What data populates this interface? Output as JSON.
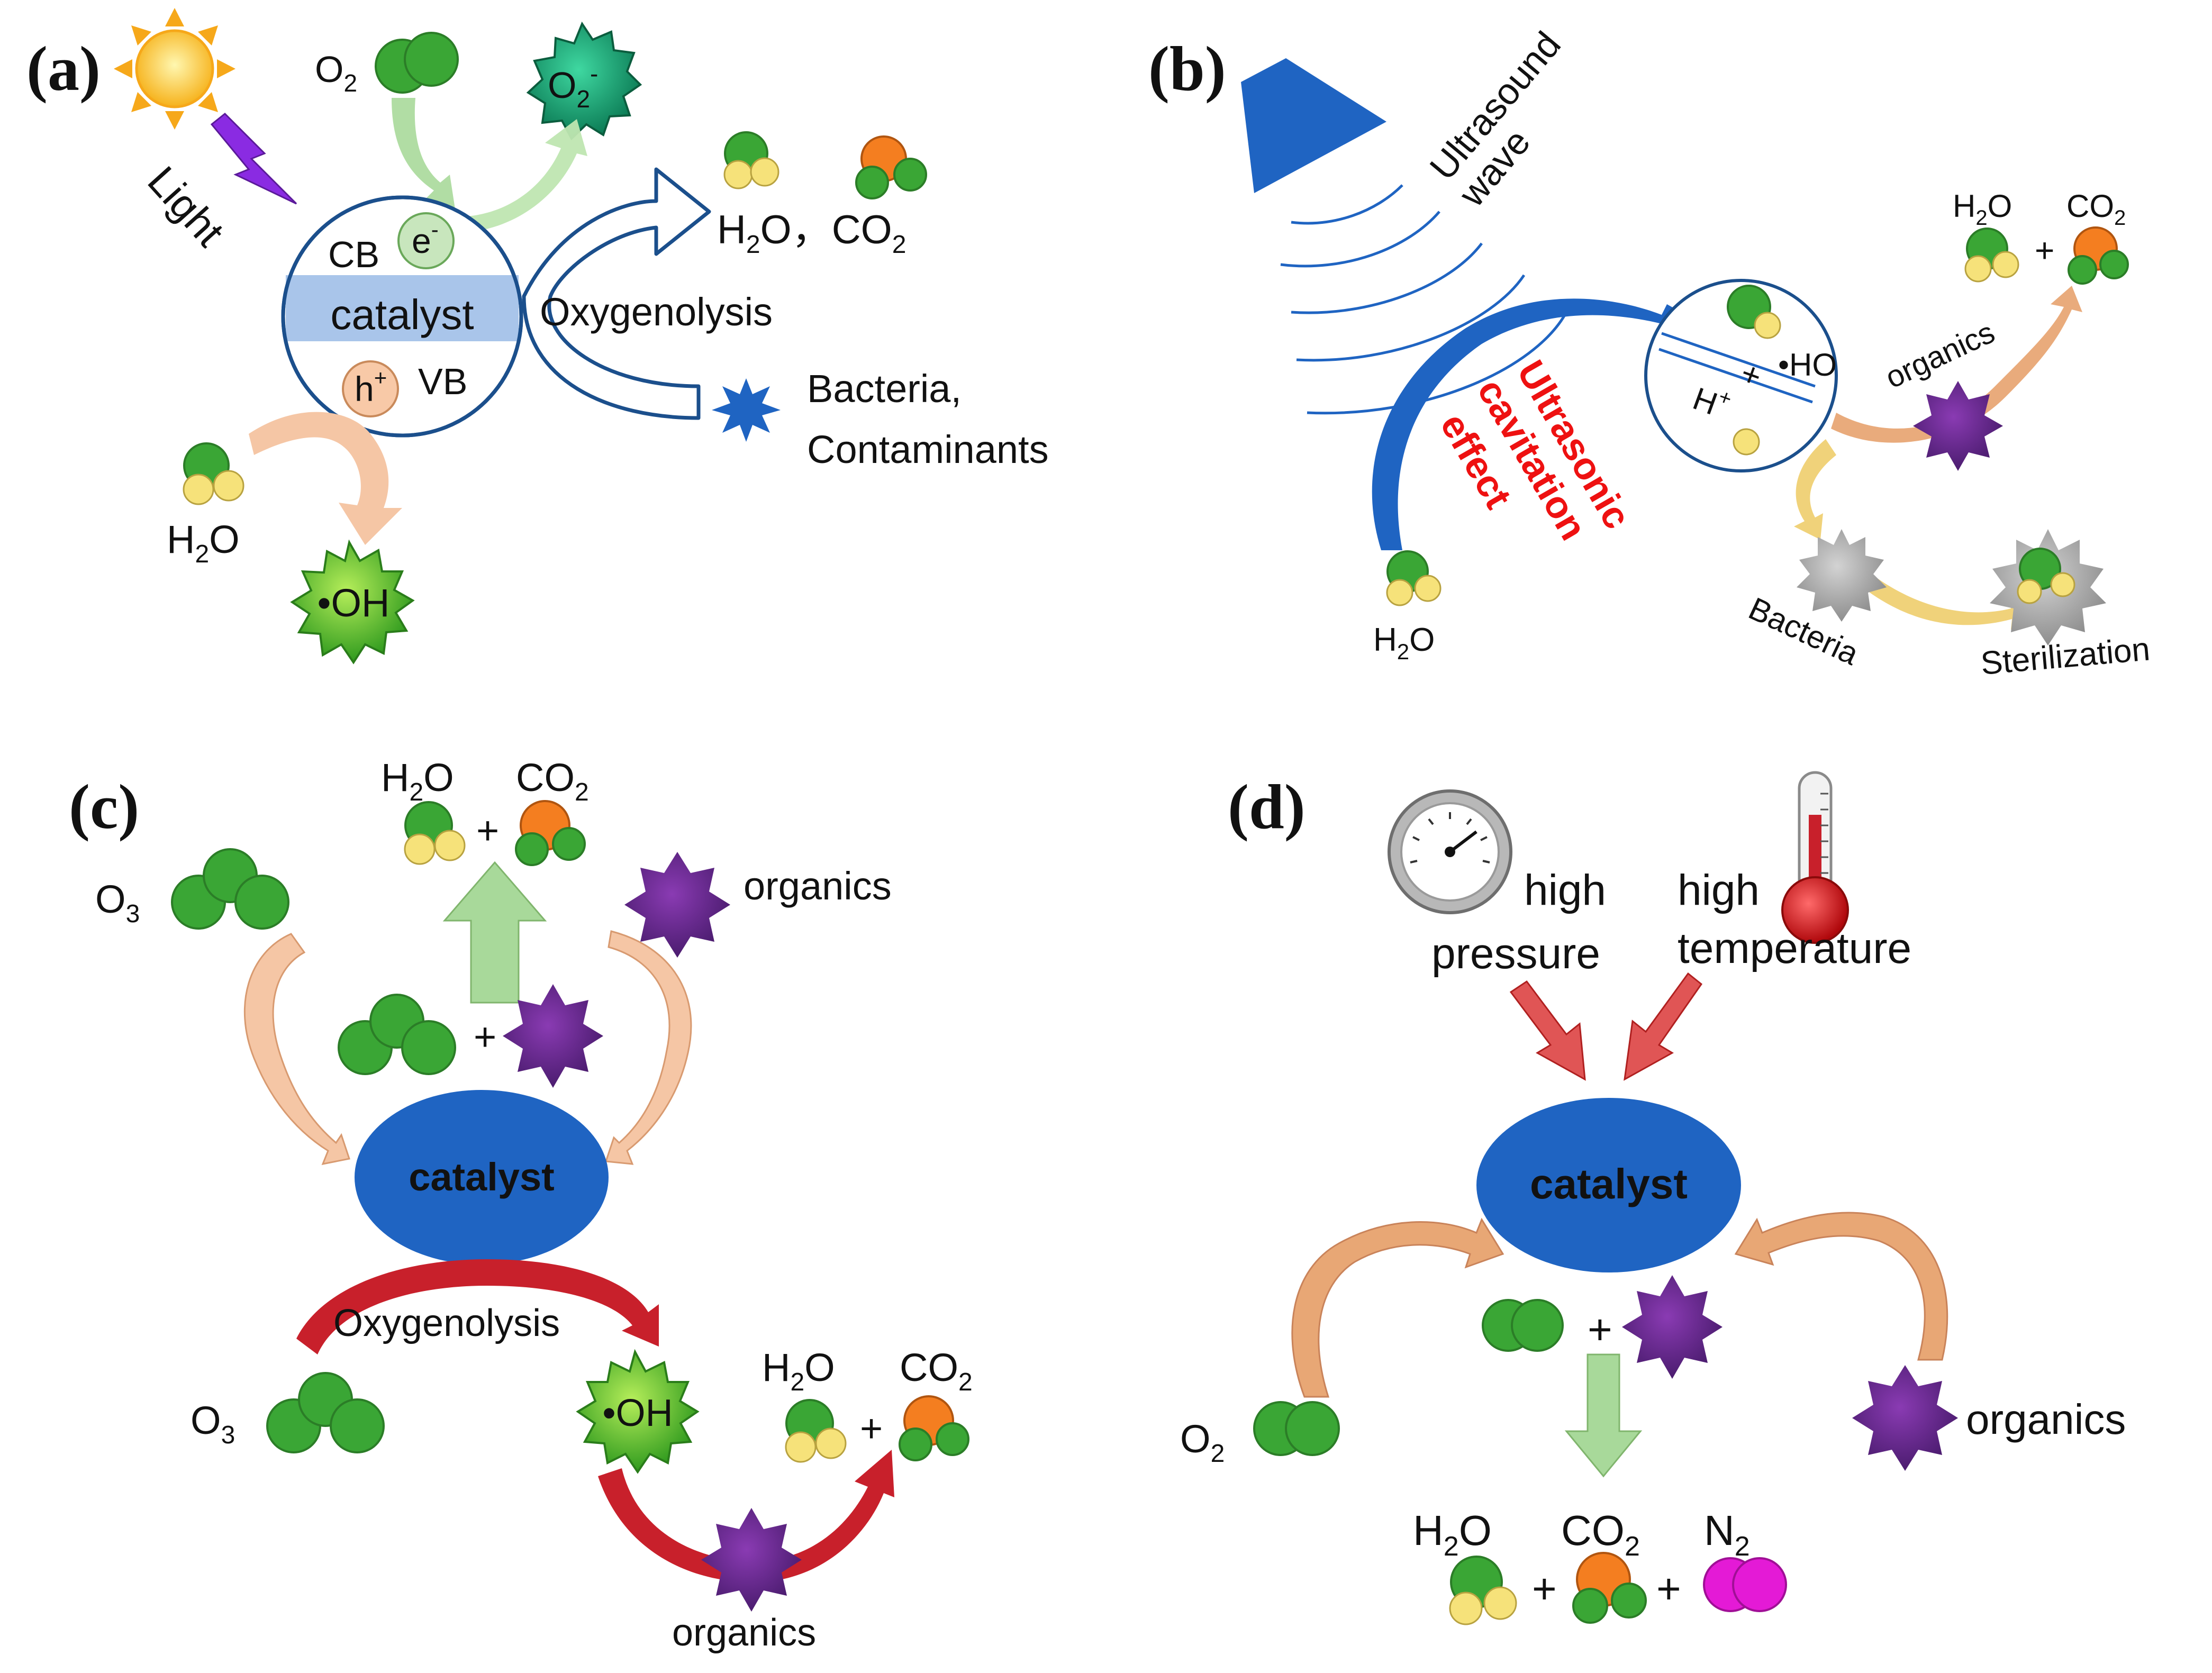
{
  "colors": {
    "green": "#3aa635",
    "green_dark": "#2b7d27",
    "yellow": "#f6e27a",
    "orange": "#f47e20",
    "purple": "#6a2d91",
    "magenta": "#e41ad6",
    "blue": "#1f64c2",
    "blue_dark": "#1b4f8c",
    "band": "#a9c5ea",
    "red_text": "#ee1111",
    "peach": "#f5c6a5",
    "light_green": "#a8d99a",
    "tan": "#e8a775",
    "crimson": "#c8202b"
  },
  "panels": {
    "a": {
      "label": "(a)",
      "light": "Light",
      "o2": "O",
      "o2_sub": "2",
      "superoxide": "O",
      "superoxide_sub": "2",
      "superoxide_sup": "-",
      "cb": "CB",
      "electron": "e",
      "electron_sup": "-",
      "catalyst": "catalyst",
      "hole": "h",
      "hole_sup": "+",
      "vb": "VB",
      "products": "H",
      "products_sub1": "2",
      "products_mid": "O，CO",
      "products_sub2": "2",
      "oxygenolysis": "Oxygenolysis",
      "bacteria": "Bacteria,",
      "contaminants": "Contaminants",
      "h2o": "H",
      "h2o_sub": "2",
      "h2o_end": "O",
      "oh": "•OH",
      "icons": [
        "sun-icon",
        "lightning-icon"
      ]
    },
    "b": {
      "label": "(b)",
      "ultrasound": "Ultrasound",
      "wave": "wave",
      "cav1": "Ultrasonic",
      "cav2": "cavitation",
      "cav3": "effect",
      "plus": "+",
      "ho": "•HO",
      "hplus": "H",
      "hplus_sup": "+",
      "h2o_top": "H",
      "h2o_top_sub": "2",
      "h2o_top_end": "O",
      "co2_top": "CO",
      "co2_top_sub": "2",
      "plus2": "+",
      "organics": "organics",
      "bacteria": "Bacteria",
      "sterilization": "Sterilization",
      "h2o": "H",
      "h2o_sub": "2",
      "h2o_end": "O",
      "icons": [
        "speaker-icon"
      ]
    },
    "c": {
      "label": "(c)",
      "h2o": "H",
      "h2o_sub": "2",
      "h2o_end": "O",
      "co2": "CO",
      "co2_sub": "2",
      "plus": "+",
      "o3": "O",
      "o3_sub": "3",
      "organics": "organics",
      "plus_mid": "+",
      "catalyst": "catalyst",
      "oxygenolysis": "Oxygenolysis",
      "o3_bottom": "O",
      "o3_bottom_sub": "3",
      "oh": "•OH",
      "h2o_b": "H",
      "h2o_b_sub": "2",
      "h2o_b_end": "O",
      "co2_b": "CO",
      "co2_b_sub": "2",
      "plus_b": "+",
      "organics_bottom": "organics"
    },
    "d": {
      "label": "(d)",
      "high1": "high",
      "pressure": "pressure",
      "high2": "high",
      "temperature": "temperature",
      "catalyst": "catalyst",
      "plus_mid": "+",
      "o2": "O",
      "o2_sub": "2",
      "organics": "organics",
      "h2o": "H",
      "h2o_sub": "2",
      "h2o_end": "O",
      "co2": "CO",
      "co2_sub": "2",
      "n2": "N",
      "n2_sub": "2",
      "plus1": "+",
      "plus2": "+",
      "icons": [
        "pressure-gauge-icon",
        "thermometer-icon"
      ]
    }
  }
}
